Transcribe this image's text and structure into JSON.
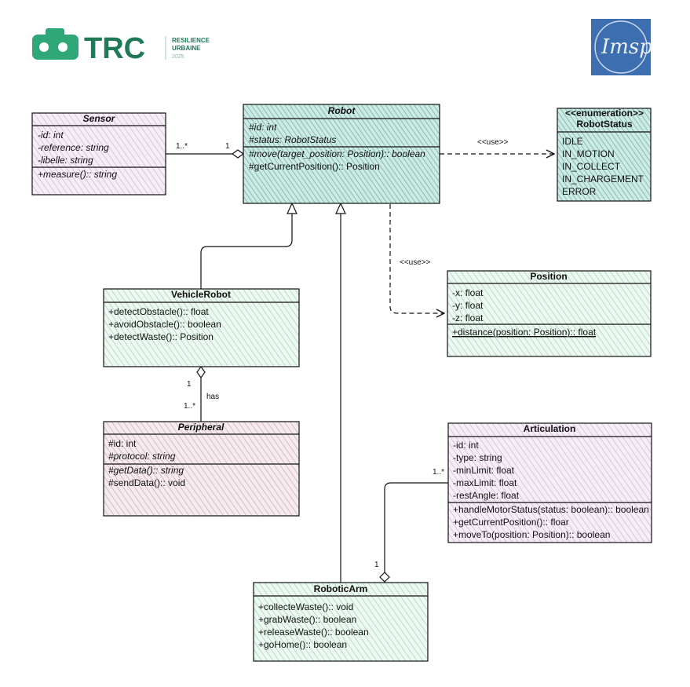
{
  "logo": {
    "brand": "TRC",
    "line1": "RESILIENCE",
    "line2": "URBAINE",
    "year": "2025"
  },
  "imsp_logo": "Imsp",
  "classes": {
    "sensor": {
      "name": "Sensor",
      "attributes": [
        "-id: int",
        "-reference: string",
        "-libelle: string"
      ],
      "methods": [
        "+measure():: string"
      ]
    },
    "robot": {
      "name": "Robot",
      "attributes": [
        "#id: int",
        "#status: RobotStatus"
      ],
      "methods": [
        "#move(target_position: Position):: boolean",
        "#getCurrentPosition():: Position"
      ]
    },
    "robot_status": {
      "stereotype": "<<enumeration>>",
      "name": "RobotStatus",
      "values": [
        "IDLE",
        "IN_MOTION",
        "IN_COLLECT",
        "IN_CHARGEMENT",
        "ERROR"
      ]
    },
    "vehicle_robot": {
      "name": "VehicleRobot",
      "methods": [
        "+detectObstacle():: float",
        "+avoidObstacle():: boolean",
        "+detectWaste():: Position"
      ]
    },
    "position": {
      "name": "Position",
      "attributes": [
        "-x: float",
        "-y: float",
        "-z: float"
      ],
      "methods": [
        "+distance(position: Position):: float"
      ]
    },
    "peripheral": {
      "name": "Peripheral",
      "attributes": [
        "#id: int",
        "#protocol: string"
      ],
      "methods": [
        "#getData():: string",
        "#sendData():: void"
      ]
    },
    "articulation": {
      "name": "Articulation",
      "attributes": [
        "-id: int",
        "-type: string",
        "-minLimit: float",
        "-maxLimit: float",
        "-restAngle: float"
      ],
      "methods": [
        "+handleMotorStatus(status: boolean):: boolean",
        "+getCurrentPosition():: floar",
        "+moveTo(position: Position):: boolean"
      ]
    },
    "robotic_arm": {
      "name": "RoboticArm",
      "methods": [
        "+collecteWaste():: void",
        "+grabWaste():: boolean",
        "+releaseWaste():: boolean",
        "+goHome():: boolean"
      ]
    }
  },
  "relations": {
    "sensor_robot": {
      "from_mult": "1..*",
      "to_mult": "1"
    },
    "robot_status_use": "<<use>>",
    "robot_position_use": "<<use>>",
    "vehicle_peripheral": {
      "label": "has",
      "from_mult": "1",
      "to_mult": "1..*"
    },
    "arm_articulation": {
      "arm_mult": "1",
      "articulation_mult": "1..*"
    }
  },
  "colors": {
    "green_fill": "#d9efe3",
    "pink_fill": "#eedcef",
    "teal_fill": "#a9d8cf",
    "line": "#111111",
    "brand_green": "#1f7a55",
    "imsp_bg": "#3d6fb0"
  }
}
